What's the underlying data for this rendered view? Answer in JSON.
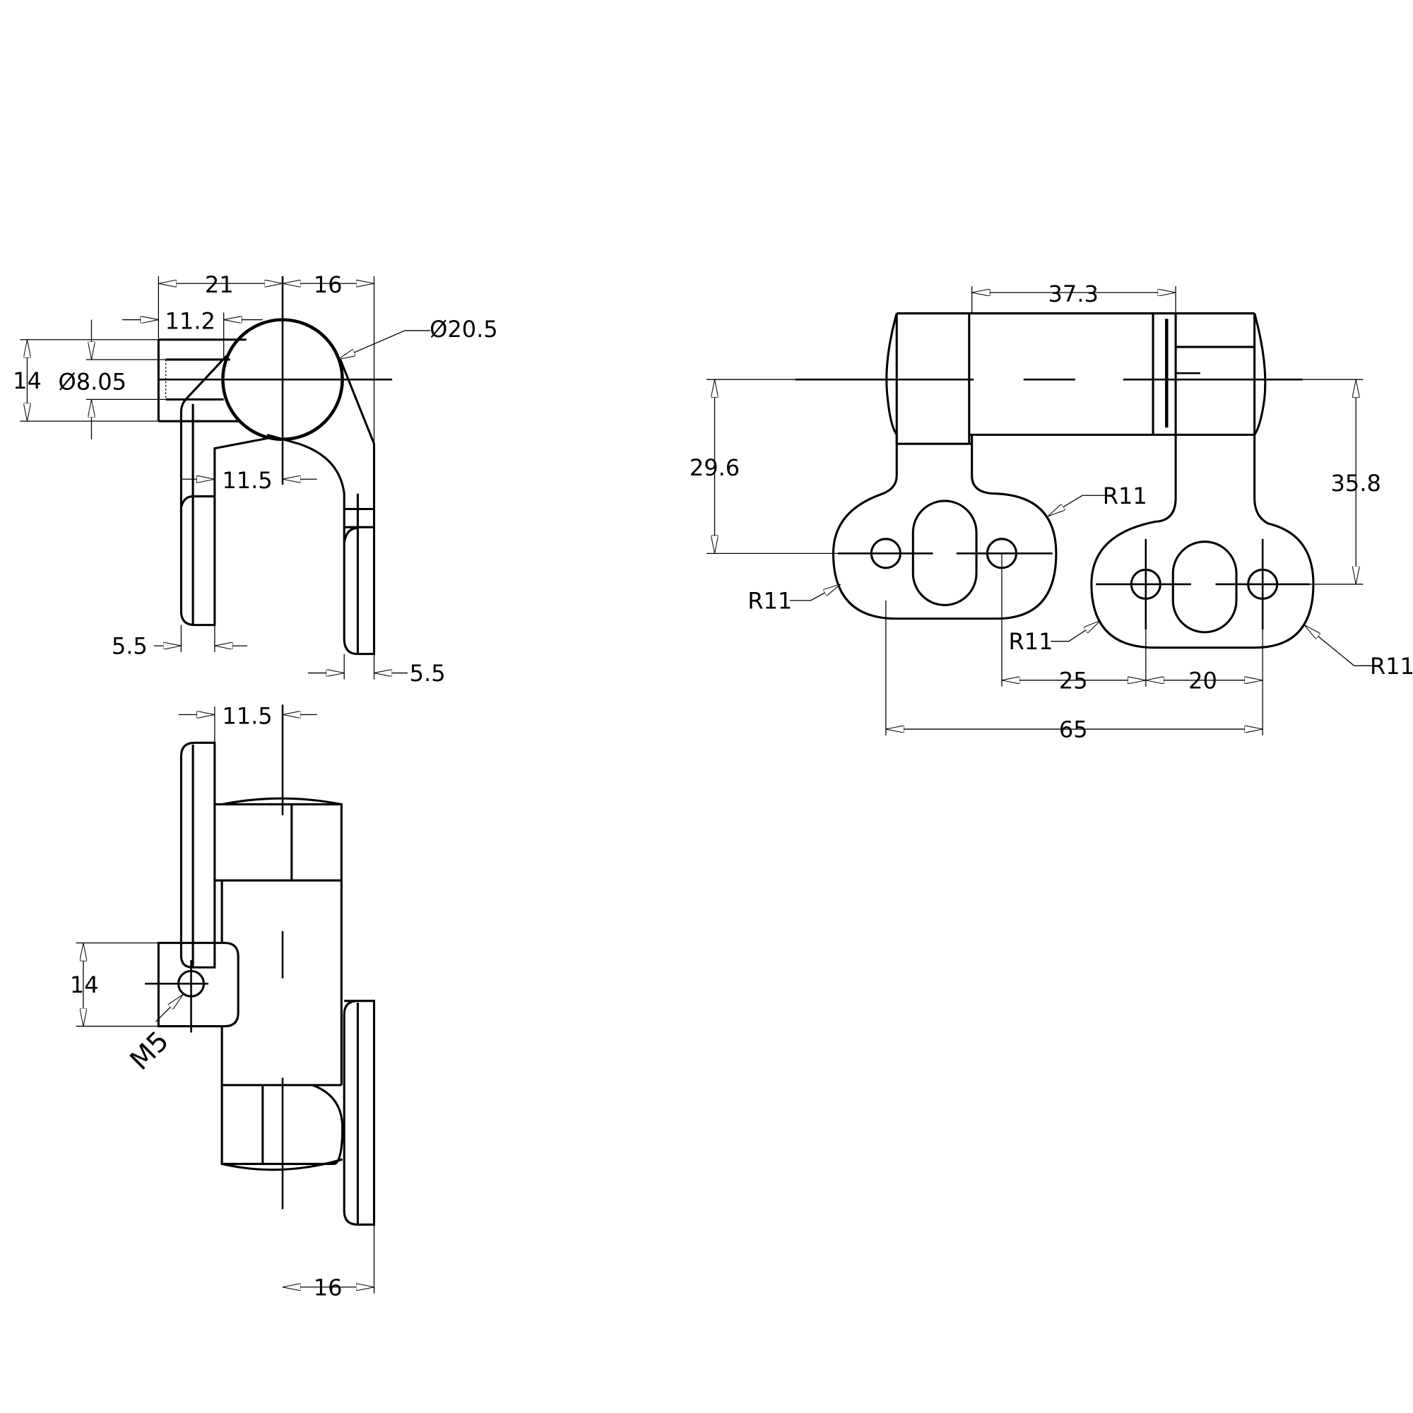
{
  "drawing": {
    "colors": {
      "line": "#000000",
      "background": "#ffffff"
    },
    "side_view": {
      "dim_left_width": "21",
      "dim_right_width": "16",
      "dim_bore_depth": "11.2",
      "dim_block_height": "14",
      "dim_bore_diameter": "Ø8.05",
      "dim_barrel_diameter": "Ø20.5",
      "dim_arm_offset": "11.5",
      "dim_left_arm_thickness": "5.5",
      "dim_right_arm_thickness": "5.5"
    },
    "bottom_view": {
      "dim_arm_offset": "11.5",
      "dim_block_height": "14",
      "dim_thread": "M5",
      "dim_right_offset": "16"
    },
    "front_view": {
      "dim_barrel_length": "37.3",
      "dim_left_lug_drop": "29.6",
      "dim_right_lug_drop": "35.8",
      "radius_labels": [
        "R11",
        "R11",
        "R11",
        "R11"
      ],
      "dim_hole_spacing_a": "25",
      "dim_hole_spacing_b": "20",
      "dim_overall": "65"
    }
  }
}
